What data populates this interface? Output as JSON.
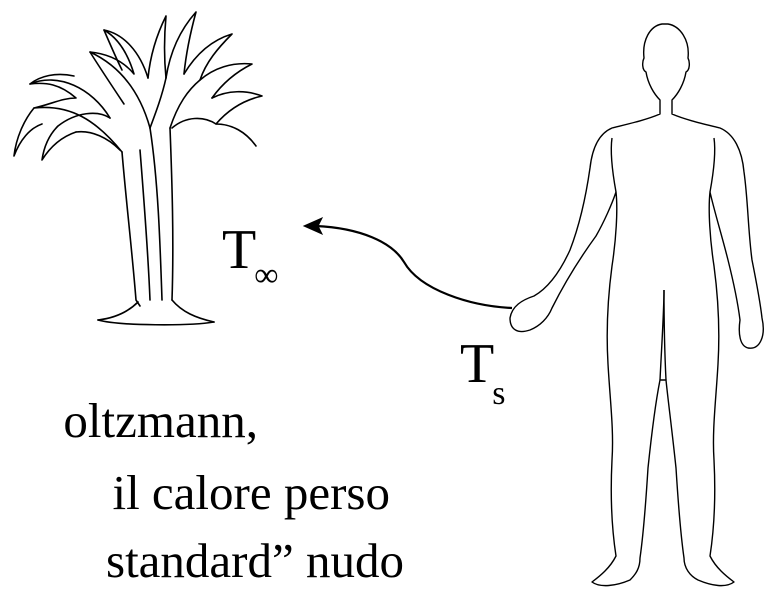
{
  "labels": {
    "ambient_temp": {
      "main": "T",
      "sub": "∞"
    },
    "surface_temp": {
      "main": "T",
      "sub": "s"
    }
  },
  "caption_lines": [
    "oltzmann,",
    "il calore perso",
    "standard” nudo"
  ],
  "colors": {
    "background": "#ffffff",
    "stroke": "#000000"
  },
  "icons": {
    "tree": "palm-tree-icon",
    "person": "human-figure-icon",
    "arrow": "curved-arrow-icon"
  }
}
